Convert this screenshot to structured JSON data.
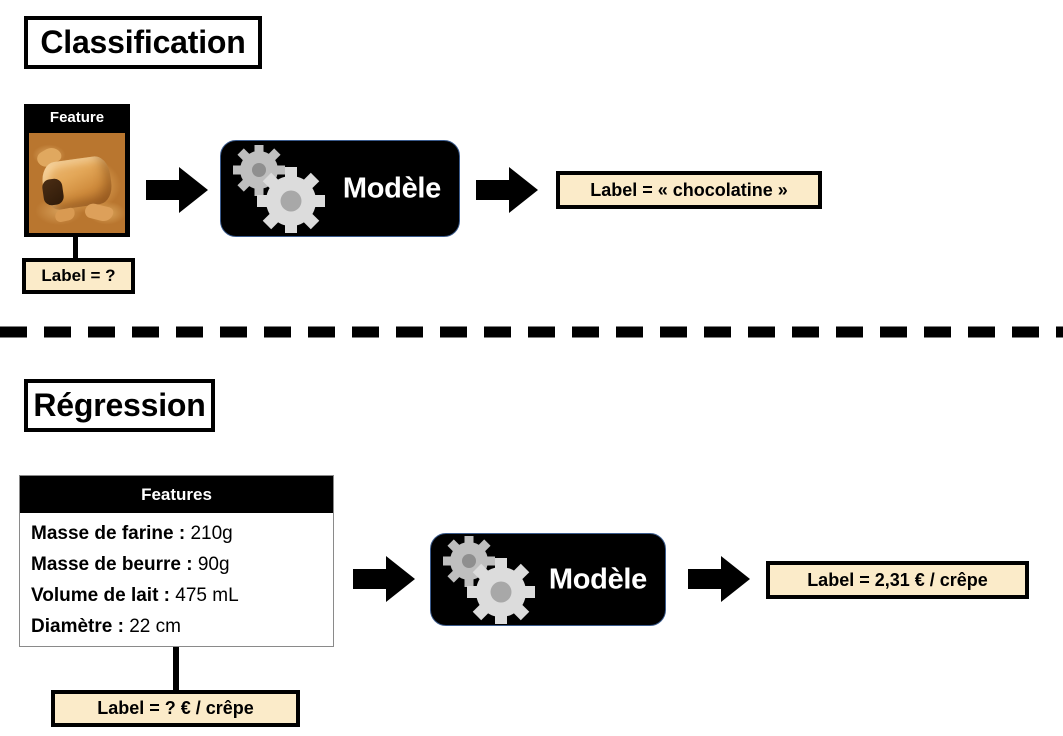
{
  "sections": {
    "classification": {
      "title": "Classification",
      "feature_card": {
        "header": "Feature",
        "photo_alt": "chocolatine-photo"
      },
      "input_label": "Label = ?",
      "model_label": "Modèle",
      "output_label": "Label = « chocolatine »"
    },
    "regression": {
      "title": "Régression",
      "features_table": {
        "header": "Features",
        "rows": [
          {
            "key": "Masse de farine :",
            "value": "210g"
          },
          {
            "key": "Masse de beurre :",
            "value": "90g"
          },
          {
            "key": "Volume de lait :",
            "value": "475 mL"
          },
          {
            "key": "Diamètre :",
            "value": "22 cm"
          }
        ]
      },
      "input_label": "Label = ? € / crêpe",
      "model_label": "Modèle",
      "output_label": "Label = 2,31 € / crêpe"
    }
  },
  "icons": {
    "gear_large": "gear-icon",
    "gear_small": "gear-icon",
    "arrow": "arrow-right-icon",
    "divider": "dashed-divider"
  },
  "colors": {
    "label_chip_bg": "#fbebc9",
    "label_chip_border": "#000000",
    "model_bg": "#000000",
    "model_border": "#3b5b8c",
    "model_text": "#ffffff",
    "gear_large": "#d9d9d9",
    "gear_small": "#bfbfbf",
    "gear_hub": "#9a9a9a",
    "page_bg": "#ffffff",
    "ink": "#000000"
  }
}
